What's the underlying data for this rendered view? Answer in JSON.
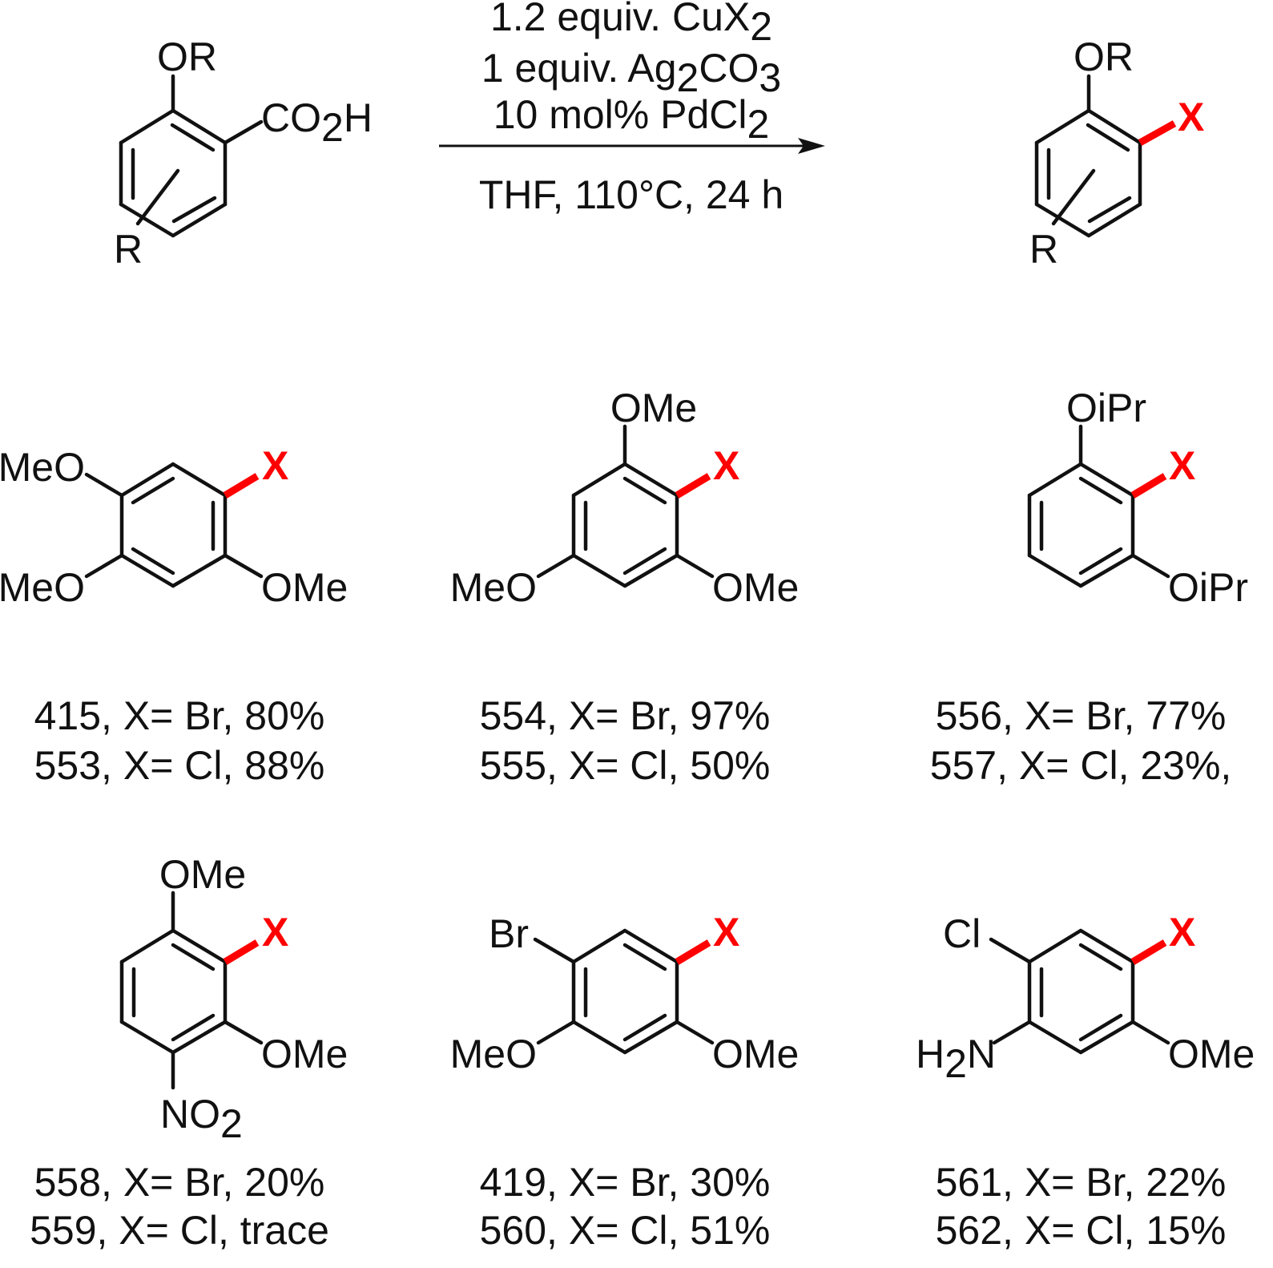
{
  "colors": {
    "ink": "#111111",
    "highlight": "#ff0000",
    "background": "#ffffff"
  },
  "reaction": {
    "conditions": {
      "line1": {
        "text": "1.2 equiv. CuX",
        "sub": "2",
        "tail": ""
      },
      "line2": {
        "text": "1 equiv. Ag",
        "sub": "2",
        "tail": "CO",
        "sub2": "3"
      },
      "line3": {
        "text": "10 mol% PdCl",
        "sub": "2"
      },
      "line4": "THF, 110°C, 24 h"
    },
    "reactant": {
      "top_group": "OR",
      "side_group_main": "CO",
      "side_group_sub": "2",
      "side_group_tail": "H",
      "ring_sub": "R"
    },
    "product": {
      "top_group": "OR",
      "x_label": "X",
      "ring_sub": "R"
    }
  },
  "examples": [
    {
      "id": "ex-1",
      "groups": {
        "g1": "MeO",
        "g2": "MeO",
        "g3": "OMe",
        "x": "X"
      },
      "captions": [
        {
          "num": "415,",
          "text": " X= Br, 80%"
        },
        {
          "num": "553,",
          "text": " X= Cl, 88%"
        }
      ]
    },
    {
      "id": "ex-2",
      "groups": {
        "g1": "OMe",
        "g2": "MeO",
        "g3": "OMe",
        "x": "X"
      },
      "captions": [
        {
          "num": "554,",
          "text": " X= Br, 97%"
        },
        {
          "num": "555,",
          "text": " X= Cl, 50%"
        }
      ]
    },
    {
      "id": "ex-3",
      "groups": {
        "g1": "OiPr",
        "g2": "OiPr",
        "x": "X"
      },
      "captions": [
        {
          "num": "556,",
          "text": " X= Br, 77%"
        },
        {
          "num": "557,",
          "text": " X= Cl, 23%,"
        }
      ]
    },
    {
      "id": "ex-4",
      "groups": {
        "g1": "OMe",
        "g2": "OMe",
        "nitro_main": "NO",
        "nitro_sub": "2",
        "x": "X"
      },
      "captions": [
        {
          "num": "558,",
          "text": " X= Br, 20%"
        },
        {
          "num": "559,",
          "text": " X= Cl, trace"
        }
      ]
    },
    {
      "id": "ex-5",
      "groups": {
        "g1": "Br",
        "g2": "MeO",
        "g3": "OMe",
        "x": "X"
      },
      "captions": [
        {
          "num": "419,",
          "text": " X= Br, 30%"
        },
        {
          "num": "560,",
          "text": " X= Cl, 51%"
        }
      ]
    },
    {
      "id": "ex-6",
      "groups": {
        "g1": "Cl",
        "amine_main": "H",
        "amine_sub": "2",
        "amine_tail": "N",
        "g3": "OMe",
        "x": "X"
      },
      "captions": [
        {
          "num": "561,",
          "text": " X= Br, 22%"
        },
        {
          "num": "562,",
          "text": " X= Cl, 15%"
        }
      ]
    }
  ]
}
